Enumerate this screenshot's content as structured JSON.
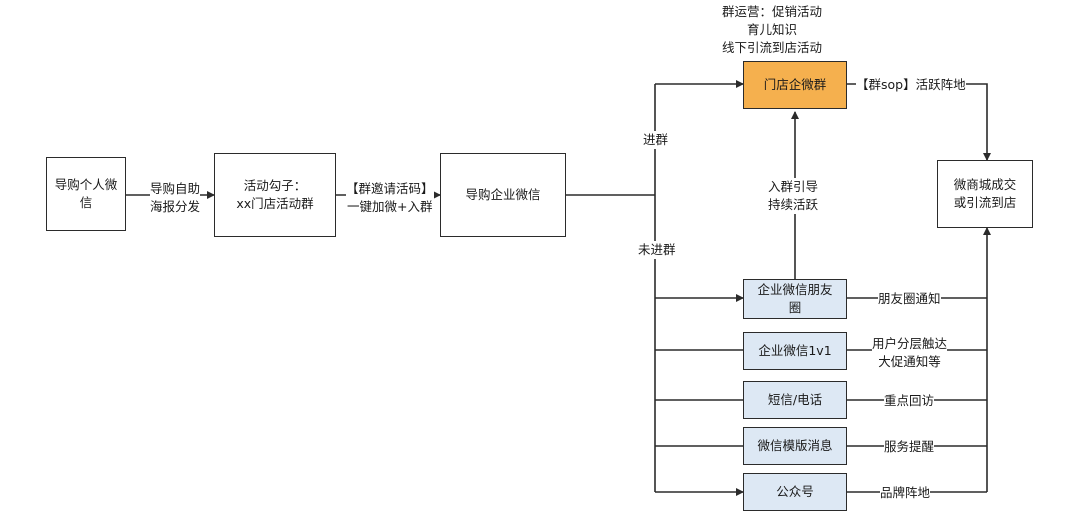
{
  "nodes": {
    "guide_personal": "导购个人微信",
    "hook": [
      "活动勾子：",
      "xx门店活动群"
    ],
    "guide_enterprise": "导购企业微信",
    "store_group": "门店企微群",
    "mall": [
      "微商城成交",
      "或引流到店"
    ],
    "moments": [
      "企业微信朋友",
      "圈"
    ],
    "one_on_one": "企业微信1v1",
    "sms_phone": "短信/电话",
    "template_msg": "微信模版消息",
    "official_account": "公众号"
  },
  "labels": {
    "poster": [
      "导购自助",
      "海报分发"
    ],
    "invite": [
      "【群邀请活码】",
      "一键加微+入群"
    ],
    "joined": "进群",
    "not_joined": "未进群",
    "group_ops": [
      "群运营：促销活动",
      "育儿知识",
      "线下引流到店活动"
    ],
    "sop": "【群sop】活跃阵地",
    "guide_active": [
      "入群引导",
      "持续活跃"
    ],
    "moments_notice": "朋友圈通知",
    "segment_reach": [
      "用户分层触达",
      "大促通知等"
    ],
    "key_visit": "重点回访",
    "service_reminder": "服务提醒",
    "brand_position": "品牌阵地"
  },
  "colors": {
    "line": "#2b2b2b",
    "store_group_fill": "#f5b04e",
    "channel_fill": "#dde8f4"
  }
}
